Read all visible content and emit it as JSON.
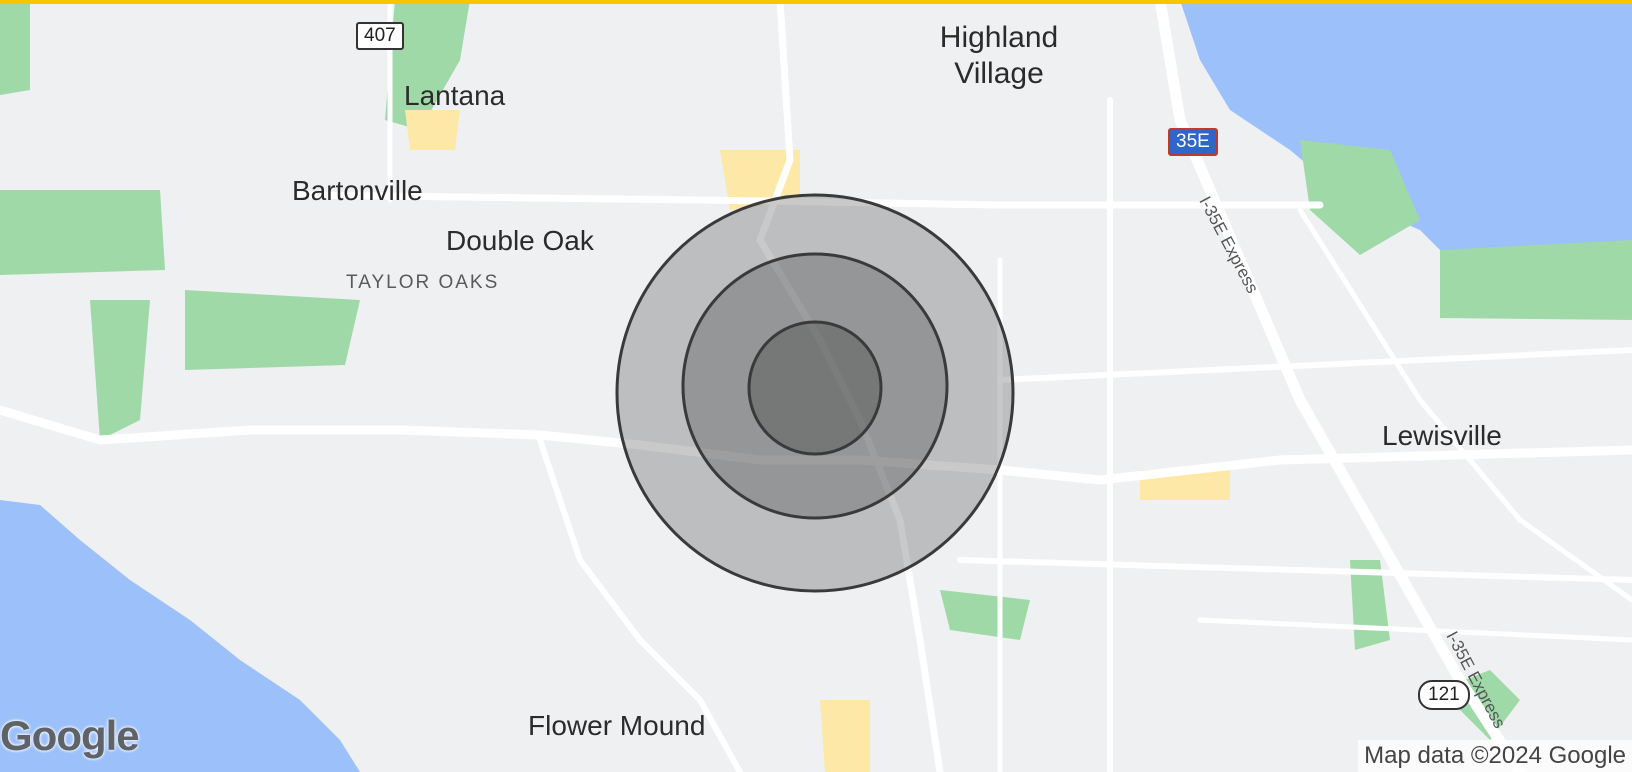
{
  "theme": {
    "accent_bar": "#f9c400",
    "water": "#9cc0f9",
    "park": "#9fd9a8",
    "urban": "#fde8a8",
    "road": "#ffffff",
    "radius_fill": "#3c3c3c"
  },
  "map": {
    "places": [
      {
        "id": "highland-village",
        "label": "Highland Village"
      },
      {
        "id": "lantana",
        "label": "Lantana"
      },
      {
        "id": "bartonville",
        "label": "Bartonville"
      },
      {
        "id": "double-oak",
        "label": "Double Oak"
      },
      {
        "id": "taylor-oaks",
        "label": "TAYLOR OAKS"
      },
      {
        "id": "lewisville",
        "label": "Lewisville"
      },
      {
        "id": "flower-mound",
        "label": "Flower Mound"
      }
    ],
    "highway_labels": [
      {
        "id": "i35e-express-north",
        "label": "I-35E Express"
      },
      {
        "id": "i35e-express-south",
        "label": "I-35E Express"
      }
    ],
    "shields": [
      {
        "id": "fm-407",
        "label": "407"
      },
      {
        "id": "i-35e",
        "label": "35E"
      },
      {
        "id": "sh-121",
        "label": "121"
      }
    ],
    "radius_rings": [
      "outer-ring",
      "middle-ring",
      "inner-ring"
    ],
    "logo": "Google",
    "attribution": "Map data ©2024 Google"
  }
}
